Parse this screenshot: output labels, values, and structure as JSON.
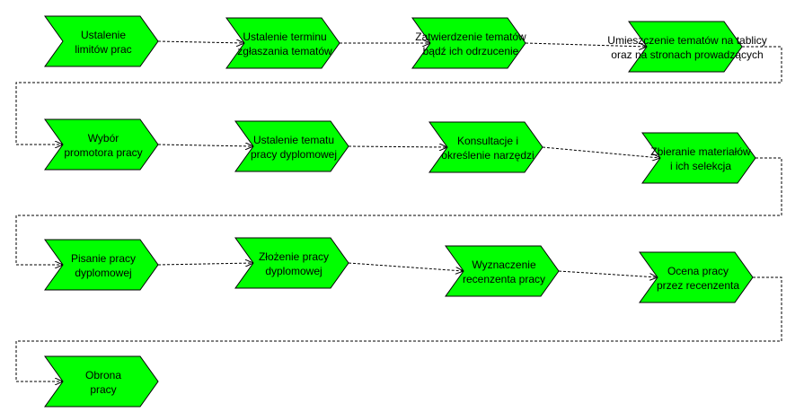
{
  "steps": [
    {
      "id": "s1",
      "label": [
        "Ustalenie",
        "limitów prac"
      ]
    },
    {
      "id": "s2",
      "label": [
        "Ustalenie terminu",
        "zgłaszania tematów"
      ]
    },
    {
      "id": "s3",
      "label": [
        "Zatwierdzenie tematów",
        "bądź ich odrzucenie"
      ]
    },
    {
      "id": "s4",
      "label": [
        "Umieszczenie tematów na tablicy",
        "oraz na stronach prowadzących"
      ]
    },
    {
      "id": "s5",
      "label": [
        "Wybór",
        "promotora pracy"
      ]
    },
    {
      "id": "s6",
      "label": [
        "Ustalenie tematu",
        "pracy dyplomowej"
      ]
    },
    {
      "id": "s7",
      "label": [
        "Konsultacje i",
        "określenie narzędzi"
      ]
    },
    {
      "id": "s8",
      "label": [
        "Zbieranie materiałów",
        "i ich selekcja"
      ]
    },
    {
      "id": "s9",
      "label": [
        "Pisanie pracy",
        "dyplomowej"
      ]
    },
    {
      "id": "s10",
      "label": [
        "Złożenie pracy",
        "dyplomowej"
      ]
    },
    {
      "id": "s11",
      "label": [
        "Wyznaczenie",
        "recenzenta pracy"
      ]
    },
    {
      "id": "s12",
      "label": [
        "Ocena pracy",
        "przez recenzenta"
      ]
    },
    {
      "id": "s13",
      "label": [
        "Obrona",
        "pracy"
      ]
    }
  ],
  "colors": {
    "fill": "#00ff00",
    "stroke": "#000000",
    "text": "#000000"
  }
}
